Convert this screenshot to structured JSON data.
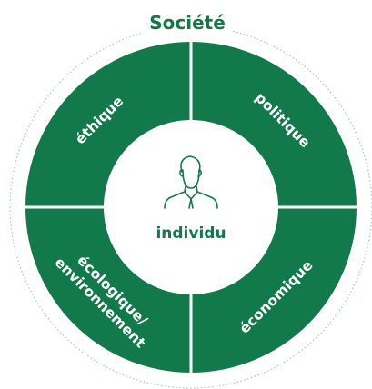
{
  "title": "Société",
  "center": {
    "label": "individu",
    "icon": "person-icon"
  },
  "segments": [
    {
      "lines": [
        "éthique"
      ]
    },
    {
      "lines": [
        "politique"
      ]
    },
    {
      "lines": [
        "écologique/",
        "environnement"
      ]
    },
    {
      "lines": [
        "économique"
      ]
    }
  ],
  "colors": {
    "segment_fill": "#12794b",
    "title_text": "#12794b",
    "center_text": "#12794b",
    "icon_stroke": "#12794b",
    "outer_ring": "#9fc8b4",
    "label_text": "#ffffff",
    "background": "#ffffff"
  }
}
